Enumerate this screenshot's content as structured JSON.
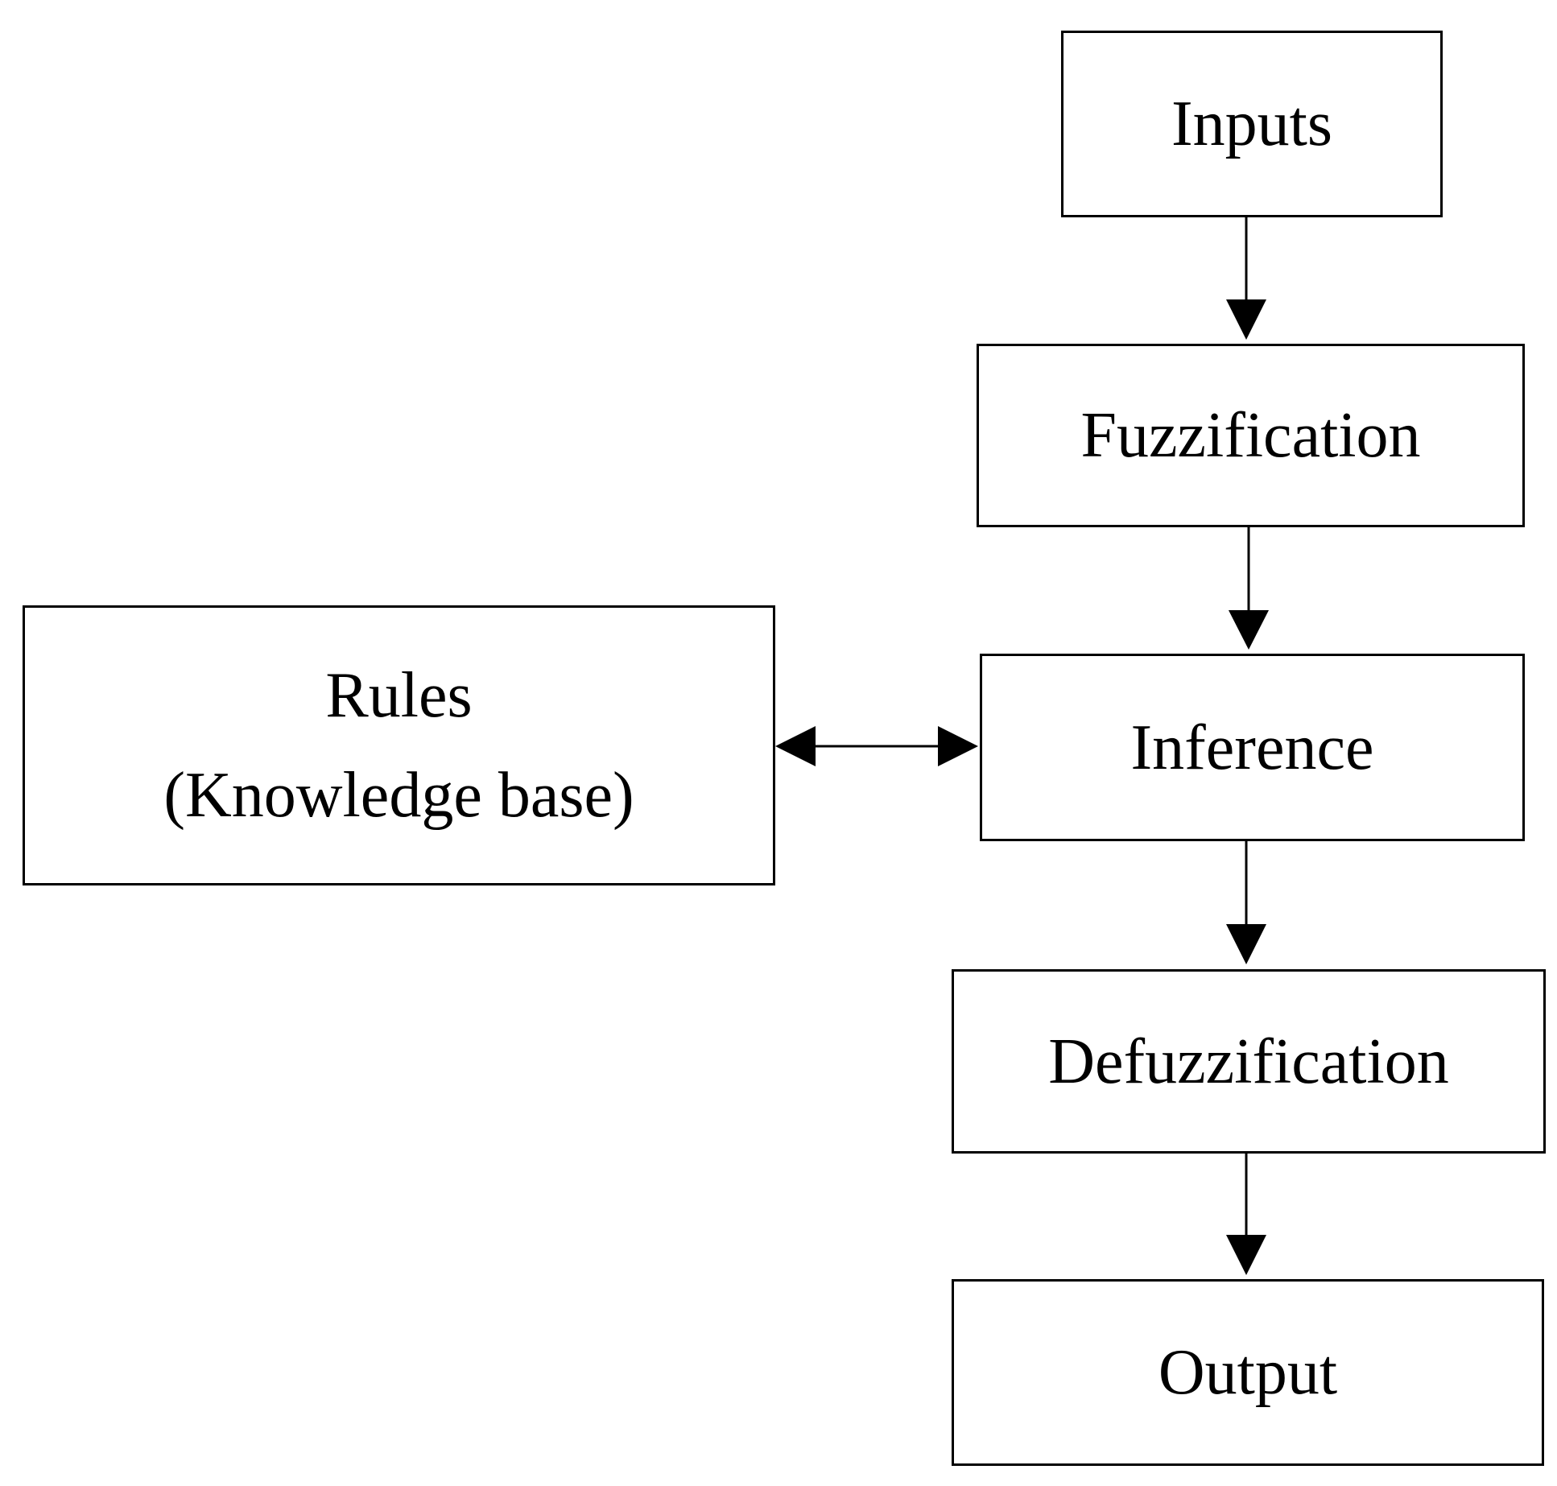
{
  "nodes": {
    "inputs": "Inputs",
    "fuzzification": "Fuzzification",
    "inference": "Inference",
    "defuzzification": "Defuzzification",
    "output": "Output",
    "rules_title": "Rules",
    "rules_subtitle": "(Knowledge base)"
  },
  "edges": [
    {
      "from": "inputs",
      "to": "fuzzification",
      "direction": "forward"
    },
    {
      "from": "fuzzification",
      "to": "inference",
      "direction": "forward"
    },
    {
      "from": "inference",
      "to": "defuzzification",
      "direction": "forward"
    },
    {
      "from": "defuzzification",
      "to": "output",
      "direction": "forward"
    },
    {
      "from": "rules",
      "to": "inference",
      "direction": "bidirectional"
    }
  ],
  "colors": {
    "line": "#000000",
    "background": "#ffffff"
  }
}
